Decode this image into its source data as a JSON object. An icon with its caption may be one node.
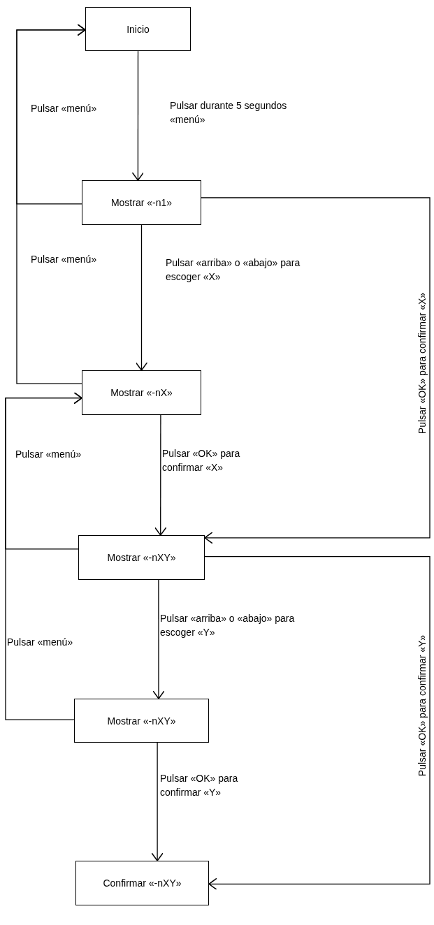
{
  "diagram": {
    "nodes": [
      {
        "text": [
          "Inicio"
        ]
      },
      {
        "text": [
          "Mostrar «-n1»"
        ]
      },
      {
        "text": [
          "Mostrar «-nX»"
        ]
      },
      {
        "text": [
          "Mostrar «-nXY»"
        ]
      },
      {
        "text": [
          "Mostrar «-nXY»"
        ]
      },
      {
        "text": [
          "Confirmar «-nXY»"
        ]
      }
    ],
    "edges": [
      {
        "from": 0,
        "to": 1,
        "arrow": "to",
        "label": "Pulsar durante 5 segundos «menú»"
      },
      {
        "from": 1,
        "to": 0,
        "arrow": "to",
        "label": "Pulsar «menú»"
      },
      {
        "from": 1,
        "to": 2,
        "arrow": "to",
        "label": "Pulsar «arriba» o «abajo» para escoger «X»"
      },
      {
        "from": 2,
        "to": 0,
        "arrow": "to",
        "label": "Pulsar «menú»"
      },
      {
        "from": 1,
        "to": 3,
        "arrow": "to",
        "label": "Pulsar «OK» para confirmar «X»"
      },
      {
        "from": 2,
        "to": 3,
        "arrow": "to",
        "label": "Pulsar «OK» para confirmar «X»"
      },
      {
        "from": 3,
        "to": 2,
        "arrow": "to",
        "label": "Pulsar «menú»"
      },
      {
        "from": 3,
        "to": 4,
        "arrow": "to",
        "label": "Pulsar «arriba» o «abajo» para escoger «Y»"
      },
      {
        "from": 4,
        "to": 2,
        "arrow": "to",
        "label": "Pulsar «menú»"
      },
      {
        "from": 3,
        "to": 5,
        "arrow": "to",
        "label": "Pulsar «OK» para confirmar «Y»"
      },
      {
        "from": 4,
        "to": 5,
        "arrow": "to",
        "label": "Pulsar «OK» para confirmar «Y»"
      }
    ]
  }
}
